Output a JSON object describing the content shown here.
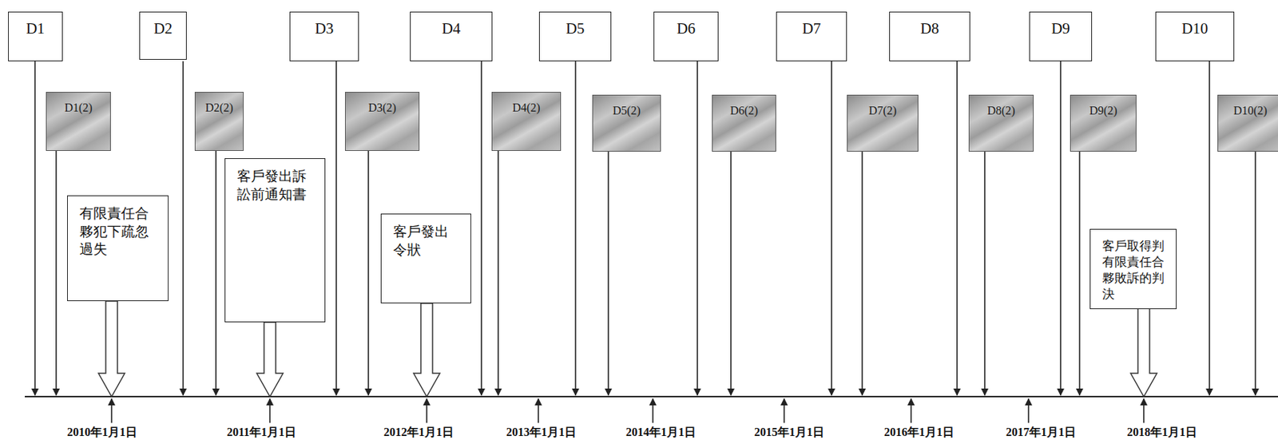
{
  "diagram": {
    "nodes": [
      {
        "text": [
          "D1"
        ]
      },
      {
        "text": [
          "D1(2)"
        ]
      },
      {
        "text": [
          "有限責任合夥犯下疏忽過失"
        ]
      },
      {
        "text": [
          "D2"
        ]
      },
      {
        "text": [
          "D2(2)"
        ]
      },
      {
        "text": [
          "客戶發出訴訟前通知書"
        ]
      },
      {
        "text": [
          "D3"
        ]
      },
      {
        "text": [
          "D3(2)"
        ]
      },
      {
        "text": [
          "客戶發出令狀"
        ]
      },
      {
        "text": [
          "D4"
        ]
      },
      {
        "text": [
          "D4(2)"
        ]
      },
      {
        "text": [
          "D5"
        ]
      },
      {
        "text": [
          "D5(2)"
        ]
      },
      {
        "text": [
          "D6"
        ]
      },
      {
        "text": [
          "D6(2)"
        ]
      },
      {
        "text": [
          "D7"
        ]
      },
      {
        "text": [
          "D7(2)"
        ]
      },
      {
        "text": [
          "D8"
        ]
      },
      {
        "text": [
          "D8(2)"
        ]
      },
      {
        "text": [
          "D9"
        ]
      },
      {
        "text": [
          "D9(2)"
        ]
      },
      {
        "text": [
          "客戶取得判有限責任合夥敗訴的判決"
        ]
      },
      {
        "text": [
          "D10"
        ]
      },
      {
        "text": [
          "D10(2)"
        ]
      }
    ],
    "labels": [
      "2010年1月1日",
      "2011年1月1日",
      "2012年1月1日",
      "2013年1月1日",
      "2014年1月1日",
      "2015年1月1日",
      "2016年1月1日",
      "2017年1月1日",
      "2018年1月1日"
    ]
  }
}
